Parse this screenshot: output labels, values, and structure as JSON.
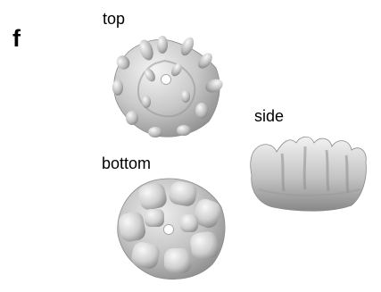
{
  "figure": {
    "panel_letter": "f",
    "views": [
      {
        "id": "top",
        "label": "top"
      },
      {
        "id": "side",
        "label": "side"
      },
      {
        "id": "bottom",
        "label": "bottom"
      }
    ]
  },
  "colors": {
    "surface_light": "#f4f4f4",
    "surface_mid": "#c8c8c8",
    "surface_dark": "#8e8e8e",
    "background": "#ffffff",
    "text": "#000000"
  }
}
